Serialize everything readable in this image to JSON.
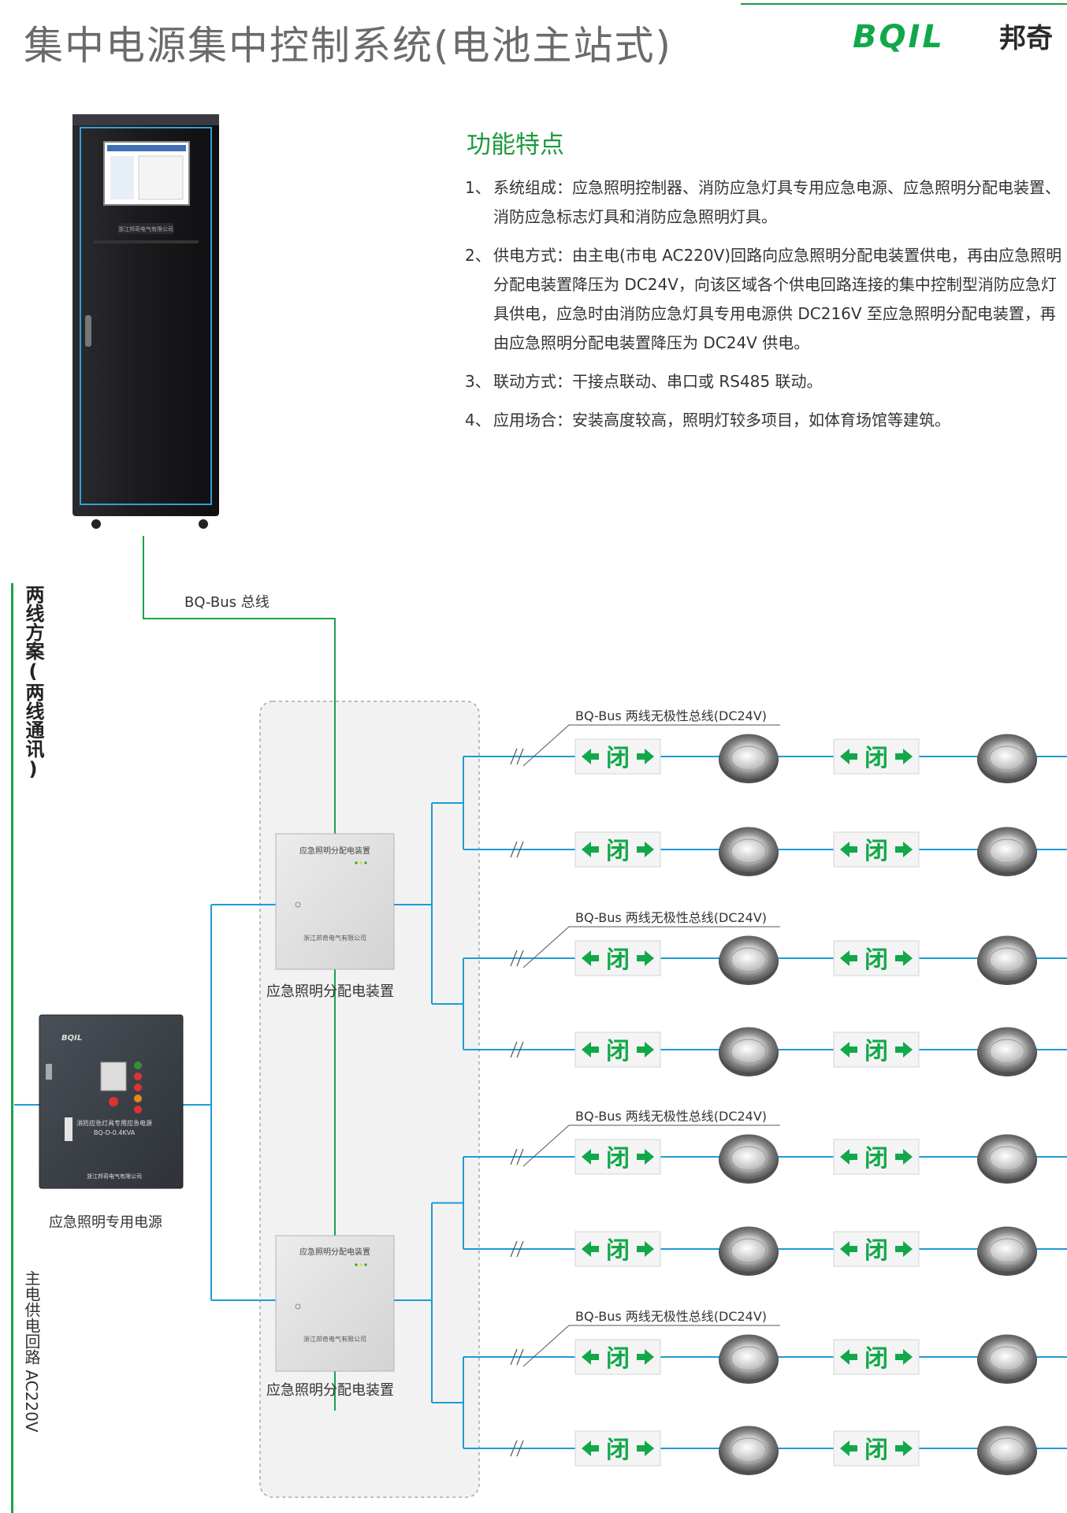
{
  "header": {
    "title": "集中电源集中控制系统(电池主站式)",
    "brand_latin": "BQIL",
    "brand_chinese": "邦奇"
  },
  "features": {
    "heading": "功能特点",
    "items": [
      {
        "num": "1、",
        "text": "系统组成：应急照明控制器、消防应急灯具专用应急电源、应急照明分配电装置、消防应急标志灯具和消防应急照明灯具。"
      },
      {
        "num": "2、",
        "text": "供电方式：由主电(市电 AC220V)回路向应急照明分配电装置供电，再由应急照明分配电装置降压为 DC24V，向该区域各个供电回路连接的集中控制型消防应急灯具供电，应急时由消防应急灯具专用电源供 DC216V 至应急照明分配电装置，再由应急照明分配电装置降压为 DC24V 供电。"
      },
      {
        "num": "3、",
        "text": "联动方式：干接点联动、串口或 RS485 联动。"
      },
      {
        "num": "4、",
        "text": "应用场合：安装高度较高，照明灯较多项目，如体育场馆等建筑。"
      }
    ]
  },
  "diagram": {
    "scheme_label": "两线方案(两线通讯)",
    "bus_label": "BQ-Bus 总线",
    "main_circuit_label": "主电供电回路 AC220V",
    "bus_line_label": "BQ-Bus 两线无极性总线(DC24V)",
    "power_supply_label": "应急照明专用电源",
    "distribution_label": "应急照明分配电装置",
    "distribution_box_text": "应急照明分配电装置",
    "distribution_box_maker": "浙江邦奇电气有限公司",
    "power_box_brand": "BQIL",
    "power_box_name": "消防应急灯具专用应急电源",
    "power_box_model": "BQ-D-0.4KVA",
    "power_box_maker": "浙江邦奇电气有限公司",
    "controller_plate": "浙江邦奇电气有限公司",
    "exit_sign_glyph": "闭"
  },
  "colors": {
    "green": "#12a84a",
    "blue": "#1e9bd7",
    "line_green": "#19a34a",
    "title_gray": "#6b6b6b"
  }
}
